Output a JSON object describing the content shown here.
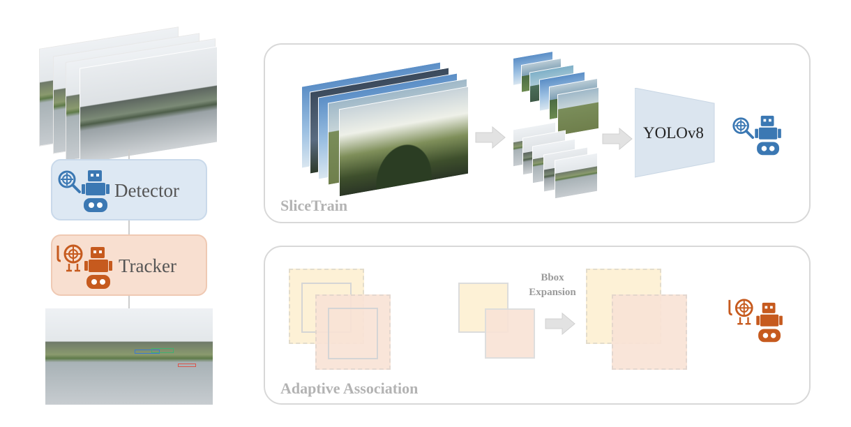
{
  "left_pipeline": {
    "detector_label": "Detector",
    "tracker_label": "Tracker"
  },
  "slicetrain": {
    "title": "SliceTrain",
    "model_label": "YOLOv8"
  },
  "adaptive_association": {
    "title": "Adaptive Association",
    "expansion_label_line1": "Bbox",
    "expansion_label_line2": "Expansion"
  },
  "colors": {
    "detector_fill": "#dde8f3",
    "detector_border": "#c9d9ea",
    "detector_icon": "#3b78b3",
    "tracker_fill": "#f8dfd0",
    "tracker_border": "#efc9b3",
    "tracker_icon": "#c65a1e",
    "panel_border": "#d8d8d8",
    "title_gray": "#b3b3b3",
    "yolo_fill": "#dbe5ef"
  },
  "icons": {
    "detector": [
      "magnifier-target-icon",
      "robot-icon"
    ],
    "tracker": [
      "tracking-target-icon",
      "robot-icon"
    ],
    "arrows": [
      "down-arrow-icon",
      "right-arrow-icon"
    ]
  }
}
